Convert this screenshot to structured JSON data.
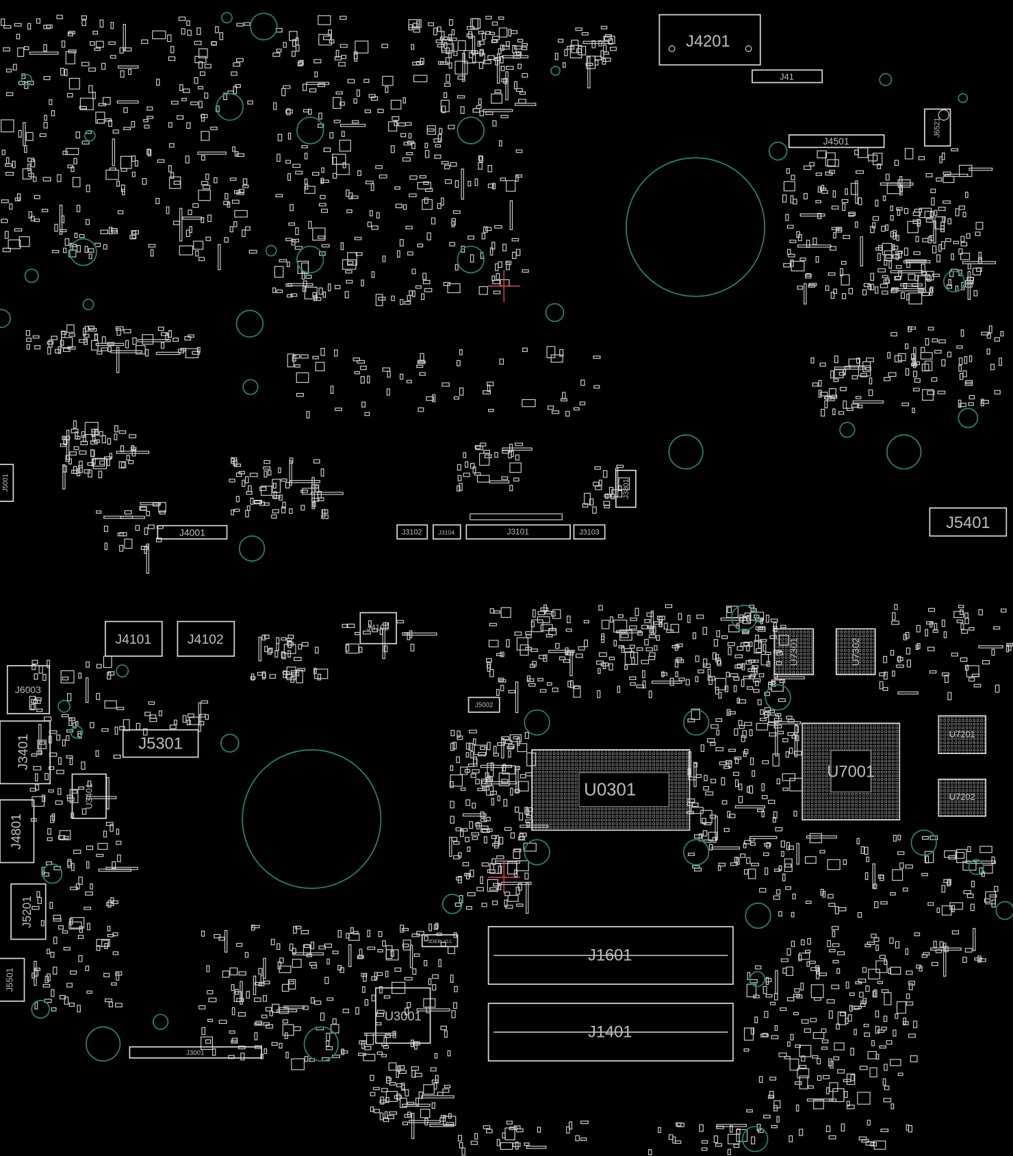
{
  "view": {
    "title": "PCB boardview",
    "background": "#000000",
    "outline_color": "#d8d8d8",
    "hole_color": "#1f8a78",
    "cursor_color": "#ff4d4d"
  },
  "components": {
    "J4201": "J4201",
    "J41_top": "J41",
    "J4501": "J4501",
    "J6521": "J6521",
    "J5401": "J5401",
    "J4001": "J4001",
    "J3102": "J3102",
    "J3104": "J3104",
    "J3101": "J3101",
    "J3103": "J3103",
    "J3801": "J3801",
    "J5001": "J5001",
    "J4101": "J4101",
    "J4102": "J4102",
    "J4105": "J4105",
    "J6003": "J6003",
    "J3401": "J3401",
    "J5301": "J5301",
    "U3401": "U3401",
    "J4801": "J4801",
    "J5201": "J5201",
    "J5501": "J5501",
    "J5002": "J5002",
    "U0301": "U0301",
    "U7001": "U7001",
    "U7301": "U7301",
    "U7302": "U7302",
    "U7201": "U7201",
    "U7202": "U7202",
    "J1601": "J1601",
    "J1401": "J1401",
    "U3001": "U3001",
    "J3001": "J3001",
    "JDEBUG1": "JDEBUG1"
  }
}
